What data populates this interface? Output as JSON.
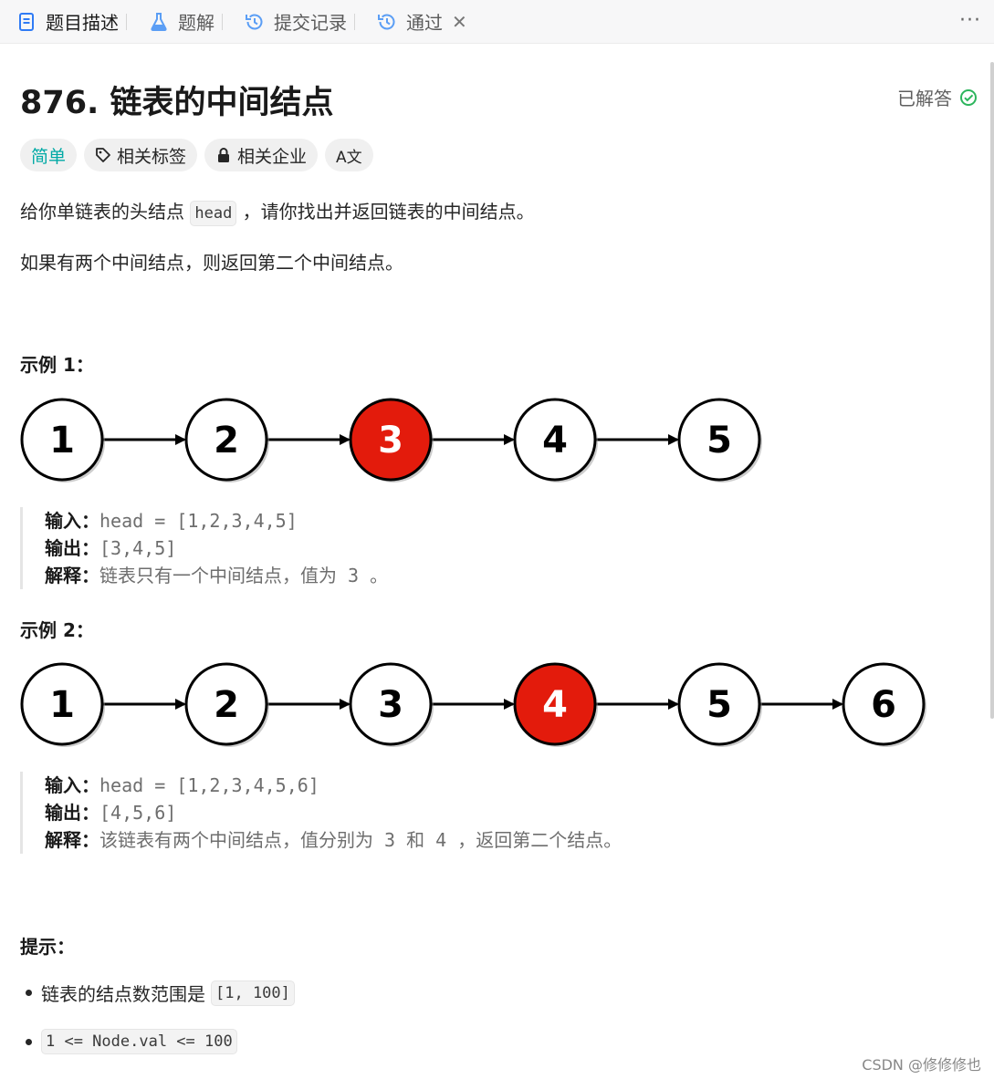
{
  "tabs": [
    {
      "label": "题目描述",
      "icon": "description-icon"
    },
    {
      "label": "题解",
      "icon": "flask-icon"
    },
    {
      "label": "提交记录",
      "icon": "history-icon"
    },
    {
      "label": "通过",
      "icon": "history-icon"
    }
  ],
  "more_label": "···",
  "close_label": "✕",
  "problem": {
    "title": "876. 链表的中间结点",
    "status": "已解答",
    "tags": {
      "difficulty": "简单",
      "related_tags": "相关标签",
      "related_companies": "相关企业",
      "translate": "A文"
    },
    "desc1_a": "给你单链表的头结点",
    "desc1_code": "head",
    "desc1_b": "，请你找出并返回链表的中间结点。",
    "desc2": "如果有两个中间结点，则返回第二个中间结点。"
  },
  "examples": [
    {
      "heading": "示例 1：",
      "nodes": [
        "1",
        "2",
        "3",
        "4",
        "5"
      ],
      "highlight": 2,
      "input_label": "输入：",
      "input": "head = [1,2,3,4,5]",
      "output_label": "输出：",
      "output": "[3,4,5]",
      "explain_label": "解释：",
      "explain_a": "链表只有一个中间结点，值为",
      "explain_v1": " 3 ",
      "explain_b": "。"
    },
    {
      "heading": "示例 2：",
      "nodes": [
        "1",
        "2",
        "3",
        "4",
        "5",
        "6"
      ],
      "highlight": 3,
      "input_label": "输入：",
      "input": "head = [1,2,3,4,5,6]",
      "output_label": "输出：",
      "output": "[4,5,6]",
      "explain_label": "解释：",
      "explain_a": "该链表有两个中间结点，值分别为",
      "explain_v1": " 3 ",
      "explain_mid": "和",
      "explain_v2": " 4 ",
      "explain_b": "，返回第二个结点。"
    }
  ],
  "constraints": {
    "heading": "提示：",
    "items": [
      {
        "text": "链表的结点数范围是",
        "code": "[1, 100]"
      },
      {
        "text": "",
        "code": "1 <= Node.val <= 100"
      }
    ]
  },
  "watermark": "CSDN @修修修也",
  "colors": {
    "highlight_node": "#e31b0c",
    "easy": "#00a9a5",
    "check": "#2db55d"
  }
}
